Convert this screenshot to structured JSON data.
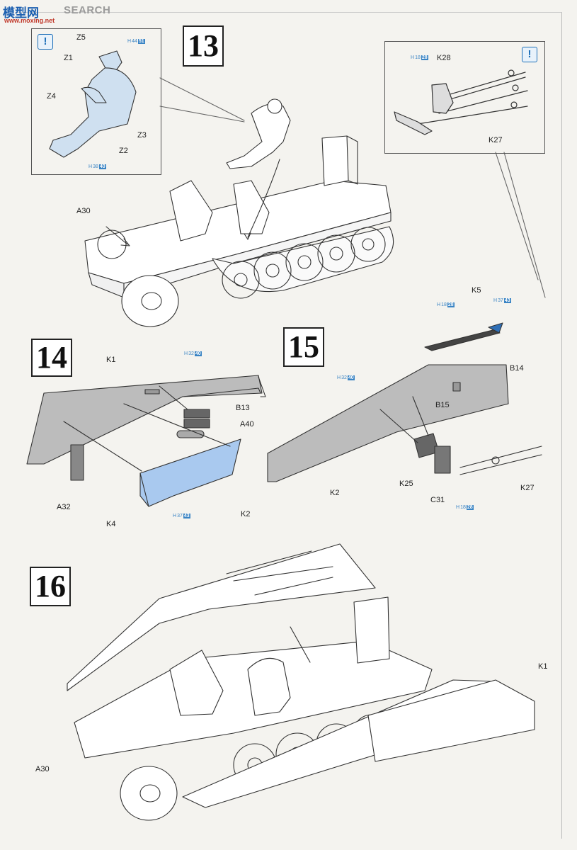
{
  "watermark": {
    "logo": "模型网",
    "word": "SEARCH",
    "url": "www.moxing.net"
  },
  "steps": {
    "s13": "13",
    "s14": "14",
    "s15": "15",
    "s16": "16"
  },
  "glue_icon": "glue-drop-icon",
  "colors": {
    "paint_code": "#3a84c4",
    "highlight_part": "#a9c9ef",
    "part_gray": "#b9b9b9",
    "line": "#333333"
  },
  "paint_codes": [
    {
      "id": "p13a",
      "h": "H",
      "n1": "44",
      "n2": "51"
    },
    {
      "id": "p13b",
      "h": "H",
      "n1": "38",
      "n2": "40"
    },
    {
      "id": "p13c",
      "h": "H",
      "n1": "18",
      "n2": "28"
    },
    {
      "id": "p14a",
      "h": "H",
      "n1": "32",
      "n2": "40"
    },
    {
      "id": "p14b",
      "h": "H",
      "n1": "37",
      "n2": "43"
    },
    {
      "id": "p15a",
      "h": "H",
      "n1": "32",
      "n2": "40"
    },
    {
      "id": "p15b",
      "h": "H",
      "n1": "18",
      "n2": "28"
    },
    {
      "id": "p15c",
      "h": "H",
      "n1": "37",
      "n2": "43"
    },
    {
      "id": "p15d",
      "h": "H",
      "n1": "18",
      "n2": "28"
    }
  ],
  "labels": {
    "z5": "Z5",
    "z1": "Z1",
    "z4": "Z4",
    "z3": "Z3",
    "z2": "Z2",
    "k28": "K28",
    "k27a": "K27",
    "a30a": "A30",
    "k1a": "K1",
    "b13": "B13",
    "a40": "A40",
    "a32": "A32",
    "k4": "K4",
    "k5": "K5",
    "b14": "B14",
    "b15": "B15",
    "k2a": "K2",
    "k25": "K25",
    "c31": "C31",
    "k27b": "K27",
    "k2b": "K2",
    "k1b": "K1",
    "a30b": "A30"
  }
}
